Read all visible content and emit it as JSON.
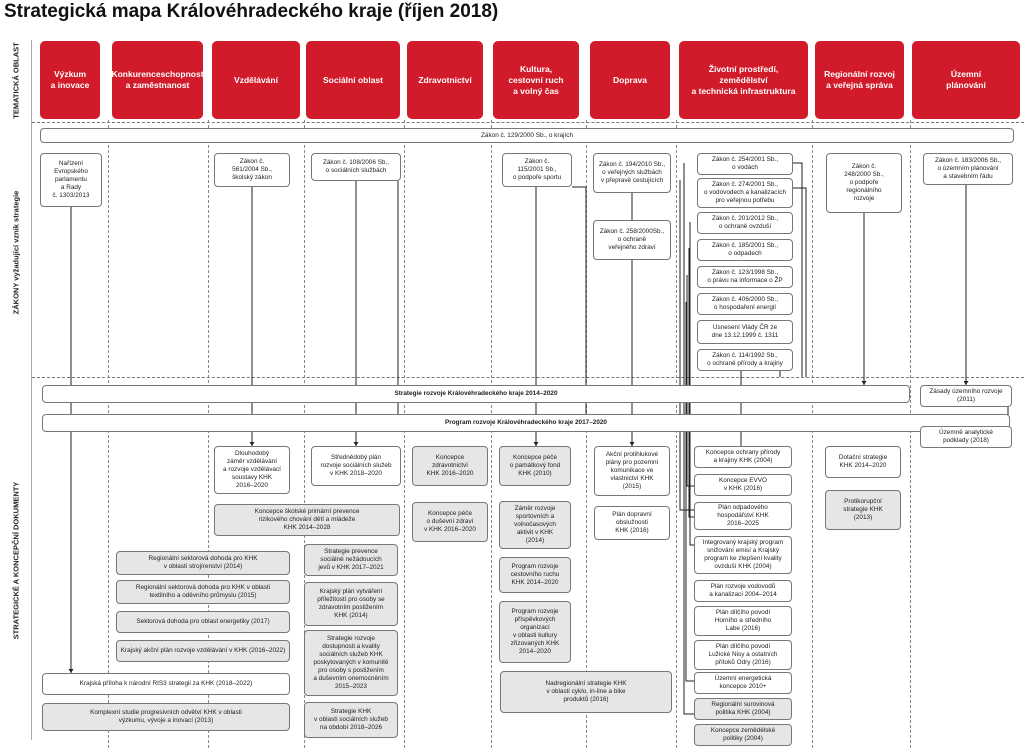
{
  "title": "Strategická mapa Královéhradeckého kraje (říjen 2018)",
  "sidebar": {
    "thematic": "TEMATICKÁ OBLAST",
    "laws": "ZÁKONY vyžadující vznik strategie",
    "docs": "STRATEGICKÉ A KONCEPČNÍ DOKUMENTY"
  },
  "topics": [
    "Výzkum\na inovace",
    "Konkurenceschopnost\na zaměstnanost",
    "Vzdělávání",
    "Sociální oblast",
    "Zdravotnictví",
    "Kultura,\ncestovní ruch\na volný čas",
    "Doprava",
    "Životní prostředí,\nzemědělství\na technická infrastruktura",
    "Regionální rozvoj\na veřejná správa",
    "Územní\nplánování"
  ],
  "laws": {
    "krajich": "Zákon č. 129/2000 Sb., o krajích",
    "eu": "Nařízení\nEvropského\nparlamentu\na Rady\nč. 1303/2013",
    "skolsky": "Zákon č.\n561/2004 Sb.,\nškolský zákon",
    "socialni": "Zákon č. 108/2006 Sb.,\no sociálních službách",
    "sport": "Zákon č.\n115/2001 Sb.,\no podpoře sportu",
    "prepravni": "Zákon č. 194/2010 Sb.,\no veřejných službách\nv přepravě cestujících",
    "zdravi": "Zákon č. 258/2000Sb.,\no ochraně\nveřejného zdraví",
    "vodach": "Zákon č. 254/2001 Sb.,\no vodách",
    "vodovody": "Zákon č. 274/2001 Sb.,\no vodovodech a kanalizacích\npro veřejnou potřebu",
    "ovzdusi": "Zákon č. 201/2012 Sb.,\no ochraně ovzduší",
    "odpady": "Zákon č. 185/2001 Sb.,\no odpadech",
    "zp": "Zákon č. 123/1998 Sb.,\no právu na informace o ŽP",
    "energie": "Zákon č. 406/2000 Sb.,\no hospodaření energií",
    "usneseni": "Usnesení Vlády ČR ze\ndne 13.12.1999 č. 1311",
    "priroda": "Zákon č. 114/1992 Sb.,\no ochraně přírody a krajiny",
    "regrozvoj": "Zákon č.\n248/2000 Sb.,\no podpoře\nregionálního\nrozvoje",
    "uzemni": "Zákon č. 183/2006 Sb.,\no územním plánování\na stavebním řádu"
  },
  "docs": {
    "strategie": "Strategie rozvoje Královéhradeckého kraje 2014–2020",
    "program": "Program rozvoje Královéhradeckého kraje 2017–2020",
    "zasady": "Zásady územního rozvoje\n(2011)",
    "podklady": "Územně analytické\npodklady (2018)",
    "vzdel": "Dlouhodobý\nzáměr vzdělávání\na rozvoje vzdělávací\nsoustavy KHK\n2016–2020",
    "socplan": "Střednědobý plán\nrozvoje sociálních služeb\nv KHK 2018–2020",
    "zdrav": "Koncepce\nzdravotnictví\nKHK 2016–2020",
    "dusevni": "Koncepce péče\no duševní zdraví\nv KHK 2016–2020",
    "pamatky": "Koncepce péče\no památkový fond\nKHK (2010)",
    "sport": "Záměr rozvoje\nsportovních a\nvolnočasových\naktivit v KHK\n(2014)",
    "cestovni": "Program rozvoje\ncestovního ruchu\nKHK 2014–2020",
    "kultura": "Program rozvoje\npříspěvkových\norganizací\nv oblasti kultury\nzřizovaných KHK\n2014–2020",
    "cyklo": "Nadregionální strategie KHK\nv oblasti cyklo, in-line a bike\nproduktů (2016)",
    "plany": "Akční protihlukové\nplány pro pozemní\nkomunikace ve\nvlastnictví KHK\n(2015)",
    "obsluznost": "Plán dopravní\nobslužnosti\nKHK (2016)",
    "priroda": "Koncepce ochrany přírody\na krajiny KHK (2004)",
    "evvo": "Koncepce EVVO\nv KHK (2016)",
    "odpady": "Plán odpadového\nhospodářství KHK\n2016–2025",
    "ovzdusi": "Integrovaný krajský program\nsnižování emisí a Krajský\nprogram ke zlepšení kvality\novzduší KHK (2004)",
    "vodovody": "Plán rozvoje vodovodů\na kanalizací 2004–2014",
    "labe": "Plán dílčího povodí\nHorního a středního\nLabe (2016)",
    "nisa": "Plán dílčího povodí\nLužické Nisy a ostatních\npřítoků Odry (2016)",
    "energie": "Územní energetická\nkoncepce 2010+",
    "surovina": "Regionální surovinová\npolitika KHK (2004)",
    "zemed": "Koncepce zemědělské\npolitiky (2004)",
    "dotacni": "Dotační strategie\nKHK 2014–2020",
    "korupce": "Protikorupční\nstrategie KHK\n(2013)",
    "rizik": "Koncepce školské primární prevence\nrizikového chování dětí a mládeže\nKHK 2014–2028",
    "strojir": "Regionální sektorová dohoda pro KHK\nv oblasti strojírenství (2014)",
    "textil": "Regionální sektorová dohoda pro KHK v oblasti\ntextilního a oděvního průmyslu (2015)",
    "energet": "Sektorová dohoda pro oblast energetiky (2017)",
    "akcni": "Krajský akční plán rozvoje vzdělávání v KHK (2016–2022)",
    "ris3": "Krajská příloha k národní RIS3 strategii za KHK (2018–2022)",
    "studie": "Komplexní studie progresivních odvětví KHK v oblasti\nvýzkumu, vývoje a inovací (2013)",
    "prevence": "Strategie prevence\nsociálně nežádoucích\njevů v KHK 2017–2021",
    "postizeni": "Krajský plán vytváření\npříležitostí pro osoby se\nzdravotním postižením\nKHK (2014)",
    "dostupnost": "Strategie rozvoje\ndostupnosti a kvality\nsociálních služeb KHK\nposkytovaných v komunitě\npro osoby s postižením\na duševním onemocněním\n2015–2023",
    "socstrat": "Strategie KHK\nv oblasti sociálních služeb\nna období 2018–2026"
  }
}
